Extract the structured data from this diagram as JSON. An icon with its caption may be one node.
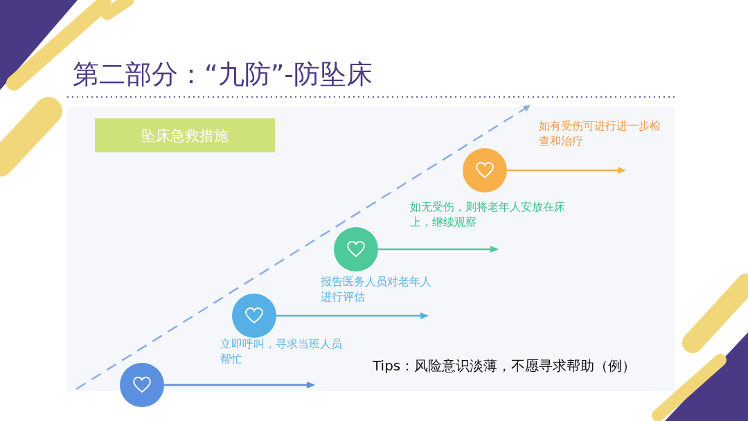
{
  "diagram": {
    "title": "第二部分：“九防”-防坠床",
    "nodes": [
      {
        "text": [
          "坠床急救措施"
        ]
      },
      {
        "text": [],
        "shape": "circle"
      },
      {
        "text": [],
        "shape": "circle"
      },
      {
        "text": [],
        "shape": "circle"
      },
      {
        "text": [],
        "shape": "circle"
      }
    ],
    "edges": [
      {
        "from": 1,
        "to": null,
        "arrow": "to",
        "color": "#5b8fe0"
      },
      {
        "from": 2,
        "to": null,
        "arrow": "to",
        "color": "#55b0e6"
      },
      {
        "from": 3,
        "to": null,
        "arrow": "to",
        "color": "#4dc99a"
      },
      {
        "from": 4,
        "to": null,
        "arrow": "to",
        "color": "#f8b04a"
      }
    ],
    "labels": [
      "立即呼叫，寻求当班人员帮忙",
      "报告医务人员对老年人进行评估",
      "如无受伤，则将老年人安放在床上，继续观察",
      "如有受伤可进行进一步检查和治疗",
      "Tips：风险意识淡薄，不愿寻求帮助（例）"
    ]
  }
}
